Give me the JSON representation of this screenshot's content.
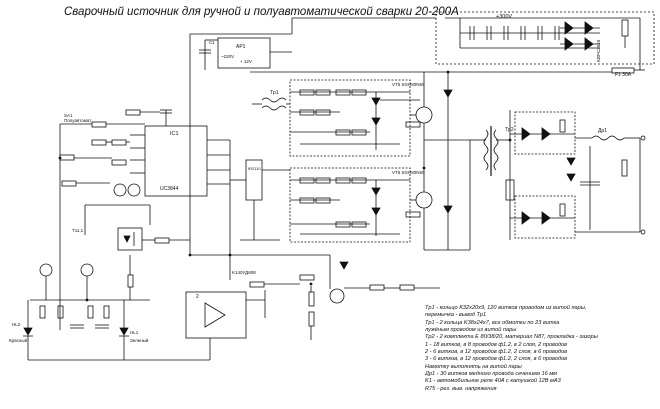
{
  "title": "Сварочный источник для ручной и полуавтоматической сварки 20-200А",
  "labels": {
    "supply_top": "+300V",
    "fuse": "F1 30A",
    "ap1": "AP1",
    "v12": "12V",
    "v220": "~220V",
    "v12out": "+ 12V",
    "ic1": "IC1",
    "uc": "UC3844",
    "polu": "Полуавтомат",
    "sa1": "SA1",
    "tr1": "Tp1",
    "tr2": "Tp2",
    "t11": "T11,1",
    "dr1": "Др1",
    "vd_bridge": "KBPC3510",
    "vt5": "VT5 SGH80N60",
    "vt6": "VT6 SGH80N60",
    "r7": "R7",
    "hl1": "HL1",
    "hl1n": "Зеленый",
    "hl2": "HL2",
    "hl2n": "Красный",
    "c1": "C1",
    "c2": "C2",
    "ir": "IR2110",
    "k140": "K140УД608"
  },
  "notes": [
    "Tp1 - кольцо K32x20x9, 120 витков проводом из витой пары,",
    "перемычка - вывод Tp1",
    "Tp1 - 2 кольца K38x24x7, все обмотки по 23 витка",
    "лужёным проводом из витой пары",
    "Tp2 - 2 комплекта Е 80/38/20, материал N87, прокладка - зазоры",
    "1 - 18 витков, в 8 проводов ф1.2, в 2 слоя, 2 проводов",
    "2 - 6 витков, в 12 проводов ф1.2, 2 слоя, в 6 проводов",
    "3 - 6 витков, в 12 проводов ф1.2, 2 слоя, в 6 проводов",
    "Намотку выполнять на витой пары",
    "Др1 - 30 витков медного провода сечением 16 мм",
    "K1 - автомобильное реле 40А с катушкой 12В мА3",
    "R75 - рез. выв. напряжения"
  ]
}
